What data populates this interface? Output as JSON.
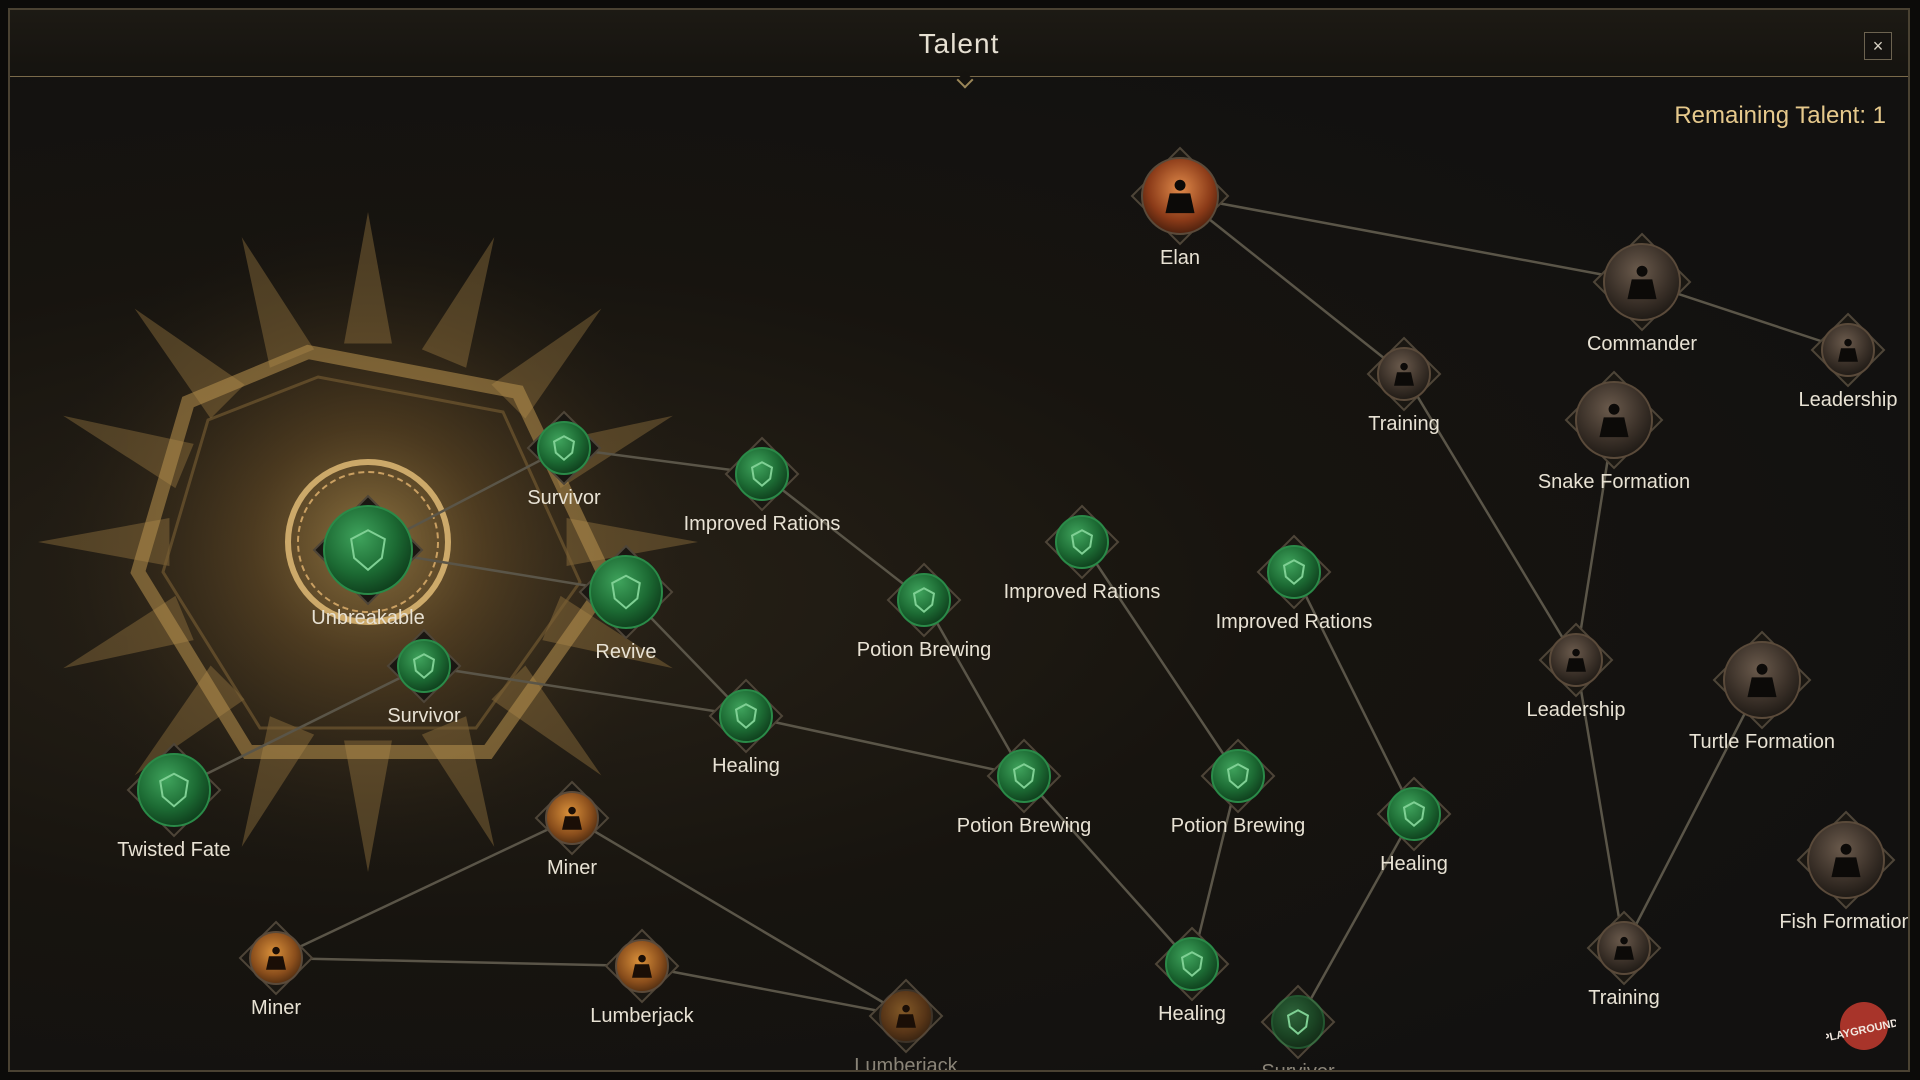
{
  "window": {
    "title": "Talent",
    "close_label": "×",
    "remaining_label": "Remaining Talent: 1"
  },
  "colors": {
    "accent_gold": "#e6c98c",
    "green_node": "#1f7a3c",
    "copper_node": "#c07a32",
    "dark_node": "#3a3430",
    "line": "#5a5548"
  },
  "nodes": [
    {
      "id": "unbreakable",
      "label": "Unbreakable",
      "type": "green",
      "icon": "shield-icon"
    },
    {
      "id": "survivor-1",
      "label": "Survivor",
      "type": "green",
      "icon": "shield-icon"
    },
    {
      "id": "survivor-2",
      "label": "Survivor",
      "type": "green",
      "icon": "shield-icon"
    },
    {
      "id": "revive",
      "label": "Revive",
      "type": "green",
      "icon": "shield-icon"
    },
    {
      "id": "improved-rations-1",
      "label": "Improved Rations",
      "type": "green",
      "icon": "shield-icon"
    },
    {
      "id": "improved-rations-2",
      "label": "Improved Rations",
      "type": "green",
      "icon": "shield-icon"
    },
    {
      "id": "improved-rations-3",
      "label": "Improved Rations",
      "type": "green",
      "icon": "shield-icon"
    },
    {
      "id": "potion-brewing-1",
      "label": "Potion Brewing",
      "type": "green",
      "icon": "shield-icon"
    },
    {
      "id": "potion-brewing-2",
      "label": "Potion Brewing",
      "type": "green",
      "icon": "shield-icon"
    },
    {
      "id": "potion-brewing-3",
      "label": "Potion Brewing",
      "type": "green",
      "icon": "shield-icon"
    },
    {
      "id": "healing-1",
      "label": "Healing",
      "type": "green",
      "icon": "shield-icon"
    },
    {
      "id": "healing-2",
      "label": "Healing",
      "type": "green",
      "icon": "shield-icon"
    },
    {
      "id": "healing-3",
      "label": "Healing",
      "type": "green",
      "icon": "shield-icon"
    },
    {
      "id": "twisted-fate",
      "label": "Twisted Fate",
      "type": "green",
      "icon": "shield-icon"
    },
    {
      "id": "survivor-3",
      "label": "Survivor",
      "type": "green",
      "icon": "shield-icon",
      "dim": true
    },
    {
      "id": "miner-1",
      "label": "Miner",
      "type": "copper",
      "icon": "miner-icon"
    },
    {
      "id": "miner-2",
      "label": "Miner",
      "type": "copper",
      "icon": "miner-icon"
    },
    {
      "id": "lumberjack-1",
      "label": "Lumberjack",
      "type": "copper",
      "icon": "lumberjack-icon"
    },
    {
      "id": "lumberjack-2",
      "label": "Lumberjack",
      "type": "copper",
      "icon": "lumberjack-icon",
      "dim": true
    },
    {
      "id": "elan",
      "label": "Elan",
      "type": "boss",
      "icon": "skull-crossed-axes-icon"
    },
    {
      "id": "commander",
      "label": "Commander",
      "type": "dark",
      "icon": "soldier-icon"
    },
    {
      "id": "leadership-1",
      "label": "Leadership",
      "type": "dark",
      "icon": "soldier-icon"
    },
    {
      "id": "leadership-2",
      "label": "Leadership",
      "type": "dark",
      "icon": "soldier-icon"
    },
    {
      "id": "training-1",
      "label": "Training",
      "type": "dark",
      "icon": "soldier-icon"
    },
    {
      "id": "training-2",
      "label": "Training",
      "type": "dark",
      "icon": "soldier-icon"
    },
    {
      "id": "snake-formation",
      "label": "Snake Formation",
      "type": "dark",
      "icon": "formation-icon"
    },
    {
      "id": "turtle-formation",
      "label": "Turtle Formation",
      "type": "dark",
      "icon": "formation-icon"
    },
    {
      "id": "fish-formation",
      "label": "Fish Formation",
      "type": "dark",
      "icon": "formation-icon"
    }
  ],
  "badge": {
    "label": "PLAYGROUND"
  }
}
